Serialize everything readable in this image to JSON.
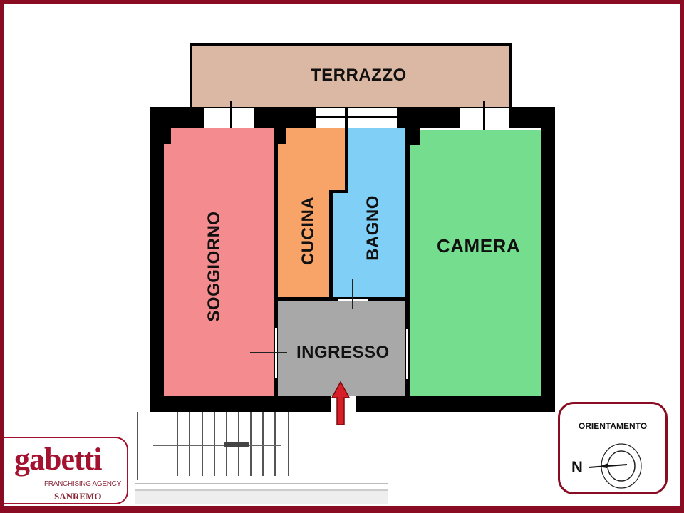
{
  "floorplan": {
    "rooms": [
      {
        "id": "terrazzo",
        "label": "TERRAZZO",
        "color": "#dbb8a4"
      },
      {
        "id": "soggiorno",
        "label": "SOGGIORNO",
        "color": "#f48b8e"
      },
      {
        "id": "cucina",
        "label": "CUCINA",
        "color": "#f8a468"
      },
      {
        "id": "bagno",
        "label": "BAGNO",
        "color": "#80cff7"
      },
      {
        "id": "camera",
        "label": "CAMERA",
        "color": "#74de8e"
      },
      {
        "id": "ingresso",
        "label": "INGRESSO",
        "color": "#a8a8a8"
      }
    ],
    "entrance_arrow_color": "#d61f26"
  },
  "orientation": {
    "title": "ORIENTAMENTO",
    "north_label": "N"
  },
  "logo": {
    "brand": "gabetti",
    "tagline": "FRANCHISING AGENCY",
    "city": "SANREMO",
    "color": "#a3122f"
  },
  "frame_color": "#8a0c22"
}
